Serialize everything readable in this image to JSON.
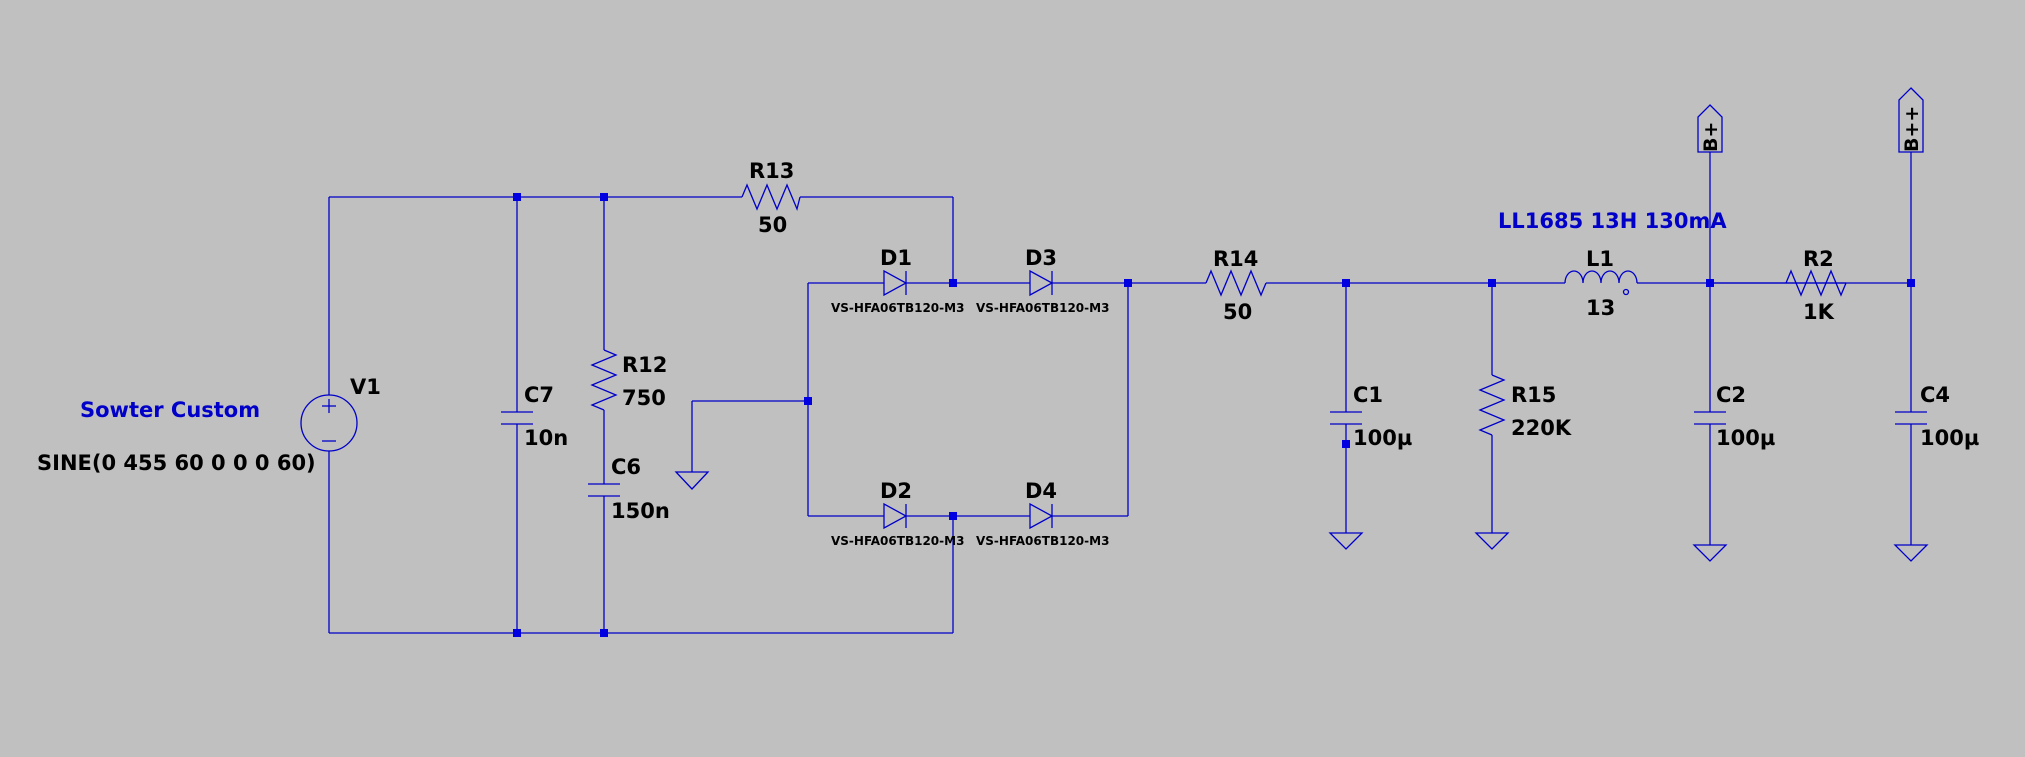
{
  "colors": {
    "background": "#c0c0c0",
    "wire": "#0000c8",
    "junction": "#0000e0",
    "annotation": "#0000c8"
  },
  "source": {
    "name": "V1",
    "title": "Sowter Custom",
    "value": "SINE(0 455 60 0 0 0 60)"
  },
  "resistors": {
    "r13": {
      "name": "R13",
      "value": "50"
    },
    "r12": {
      "name": "R12",
      "value": "750"
    },
    "r14": {
      "name": "R14",
      "value": "50"
    },
    "r15": {
      "name": "R15",
      "value": "220K"
    },
    "r2": {
      "name": "R2",
      "value": "1K"
    }
  },
  "capacitors": {
    "c7": {
      "name": "C7",
      "value": "10n"
    },
    "c6": {
      "name": "C6",
      "value": "150n"
    },
    "c1": {
      "name": "C1",
      "value": "100µ"
    },
    "c2": {
      "name": "C2",
      "value": "100µ"
    },
    "c4": {
      "name": "C4",
      "value": "100µ"
    }
  },
  "diodes": {
    "d1": {
      "name": "D1",
      "model": "VS-HFA06TB120-M3"
    },
    "d2": {
      "name": "D2",
      "model": "VS-HFA06TB120-M3"
    },
    "d3": {
      "name": "D3",
      "model": "VS-HFA06TB120-M3"
    },
    "d4": {
      "name": "D4",
      "model": "VS-HFA06TB120-M3"
    }
  },
  "inductor": {
    "name": "L1",
    "value": "13",
    "annotation": "LL1685 13H 130mA"
  },
  "flags": {
    "b_plus": "B+",
    "b_plus_plus": "B++"
  },
  "icons": {
    "source": "sine-voltage-source-icon",
    "ground": "ground-icon",
    "port": "net-label-port-icon"
  }
}
